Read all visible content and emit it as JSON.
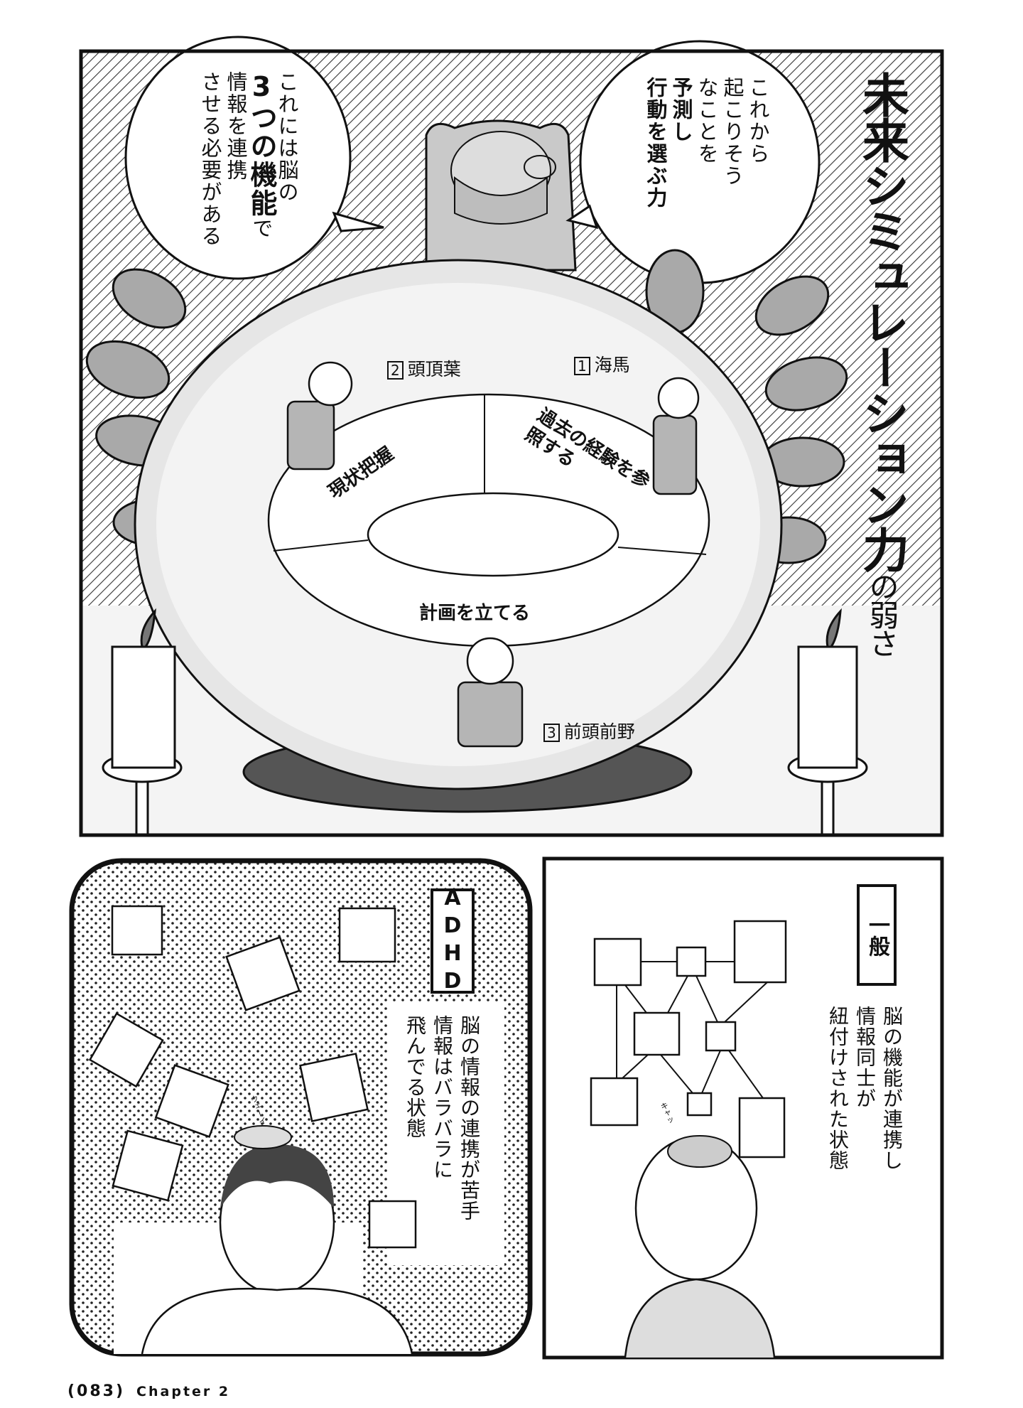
{
  "title": {
    "main": "未来シミュレーション力",
    "sub": "の弱さ"
  },
  "bubble_left": {
    "lines": [
      "これには脳の",
      "3つの機能",
      "で",
      "情報を連携",
      "させる必要がある"
    ]
  },
  "bubble_right": {
    "lines": [
      "これから",
      "起こりそう",
      "なことを",
      "予測し",
      "行動を選ぶ力"
    ]
  },
  "puzzle": {
    "pieces": [
      "現状把握",
      "過去の経験を参照する",
      "計画を立てる"
    ],
    "parts": [
      {
        "num": "1",
        "name": "海馬"
      },
      {
        "num": "2",
        "name": "頭頂葉"
      },
      {
        "num": "3",
        "name": "前頭前野"
      }
    ]
  },
  "adhd_panel": {
    "tag": "ADHD",
    "lines": [
      "脳の情報の連携が苦手",
      "情報はバラバラに",
      "飛んでる状態"
    ],
    "sfx": "ウェーイ"
  },
  "general_panel": {
    "tag": "一般",
    "lines": [
      "脳の機能が連携し",
      "情報同士が",
      "紐付けされた状態"
    ],
    "sfx": "キャッ"
  },
  "footer": {
    "page": "(083)",
    "chapter": "Chapter 2"
  }
}
